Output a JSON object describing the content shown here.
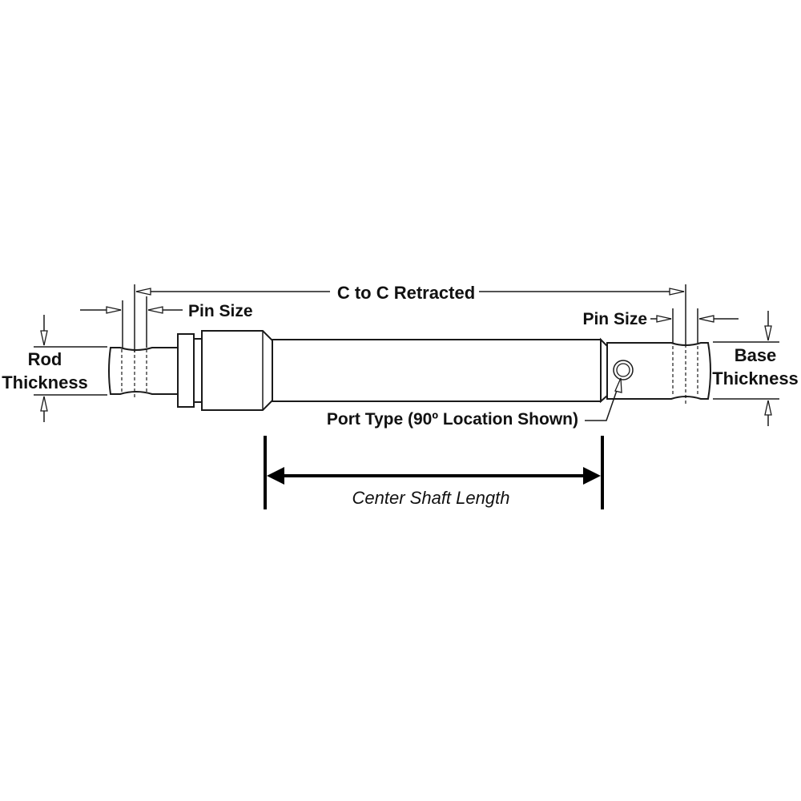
{
  "diagram": {
    "title": "Hydraulic Cylinder Dimension Diagram",
    "colors": {
      "background": "#ffffff",
      "line": "#1a1a1a",
      "text": "#111111"
    },
    "labels": {
      "c_to_c": "C to C Retracted",
      "pin_size_left": "Pin Size",
      "pin_size_right": "Pin Size",
      "rod_thickness_line1": "Rod",
      "rod_thickness_line2": "Thickness",
      "base_thickness_line1": "Base",
      "base_thickness_line2": "Thickness",
      "port_type": "Port Type (90º Location Shown)",
      "center_shaft_length": "Center Shaft Length"
    }
  }
}
